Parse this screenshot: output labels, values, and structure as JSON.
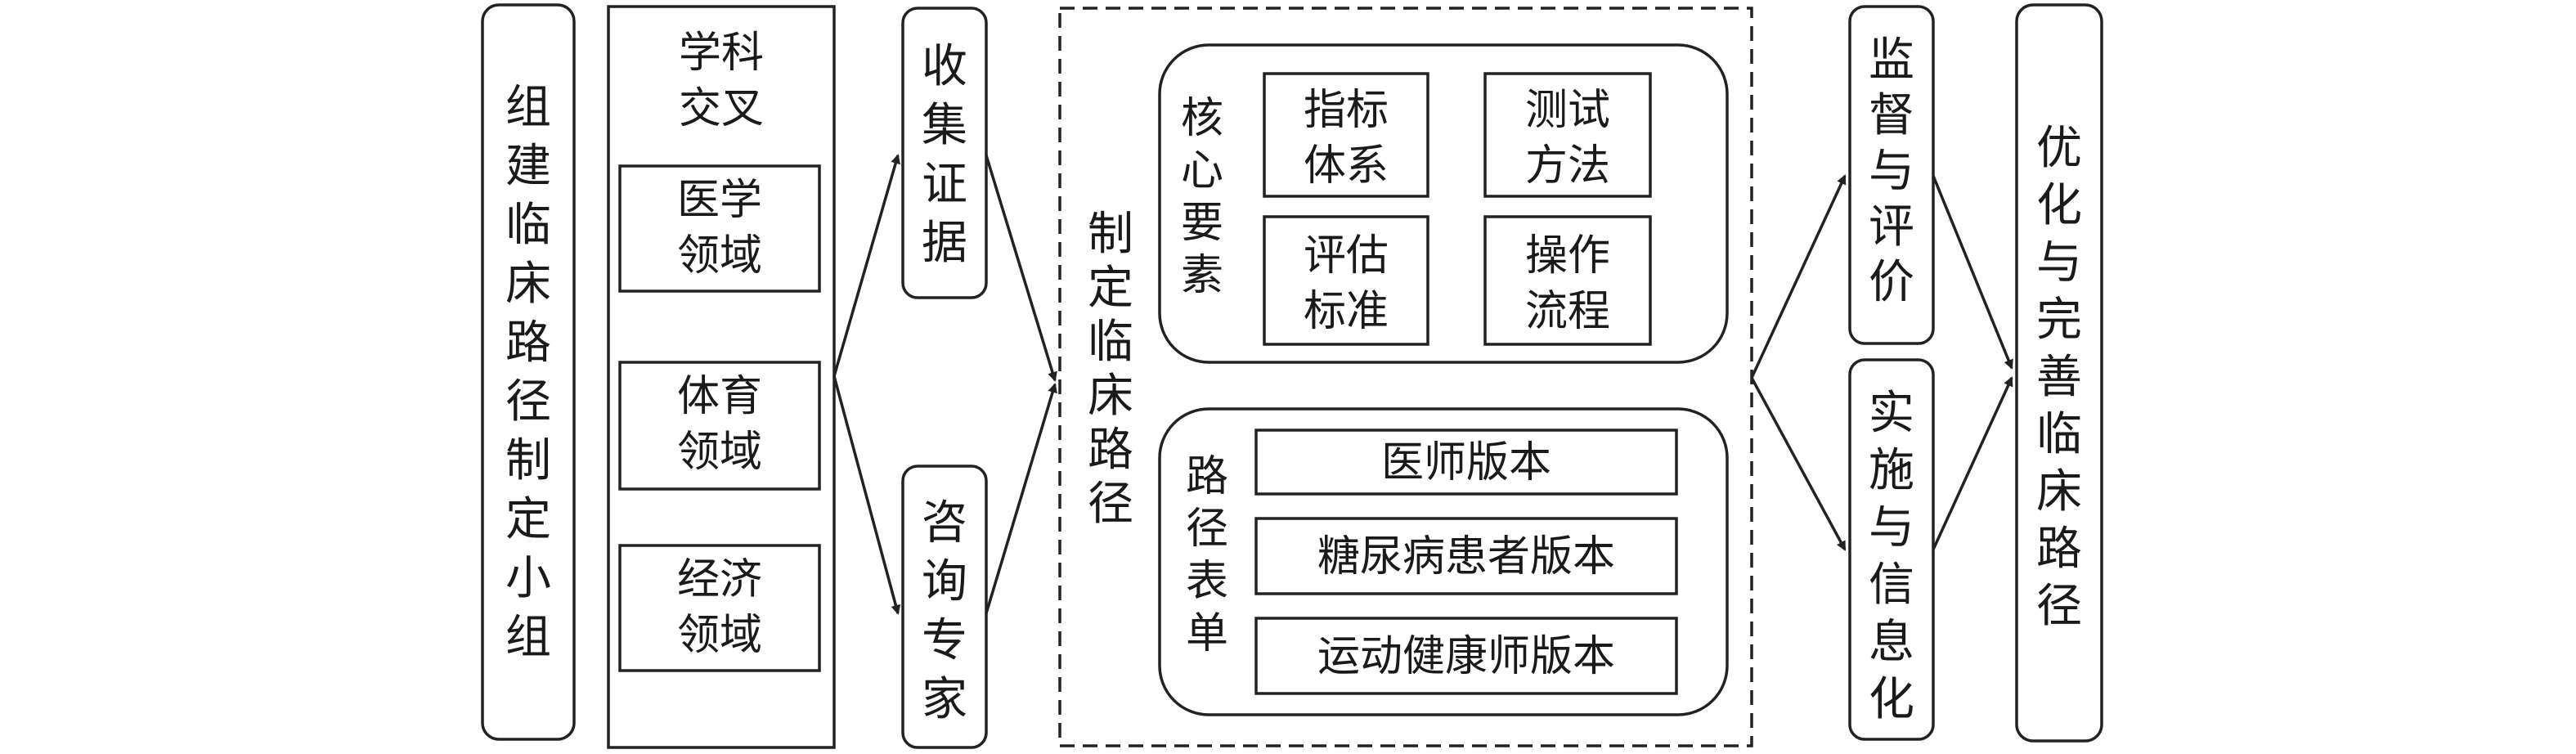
{
  "team": "组建临床路径制定小组",
  "interdisciplinary": {
    "title": "学科交叉",
    "fields": [
      "医学领域",
      "体育领域",
      "经济领域"
    ]
  },
  "collect_evidence": "收集证据",
  "consult_experts": "咨询专家",
  "make_pathway": "制定临床路径",
  "core_elements": {
    "title": "核心要素",
    "items": [
      "指标体系",
      "测试方法",
      "评估标准",
      "操作流程"
    ]
  },
  "pathway_forms": {
    "title": "路径表单",
    "items": [
      "医师版本",
      "糖尿病患者版本",
      "运动健康师版本"
    ]
  },
  "supervise_evaluate": "监督与评价",
  "implement_inform": "实施与信息化",
  "optimize": "优化与完善临床路径"
}
